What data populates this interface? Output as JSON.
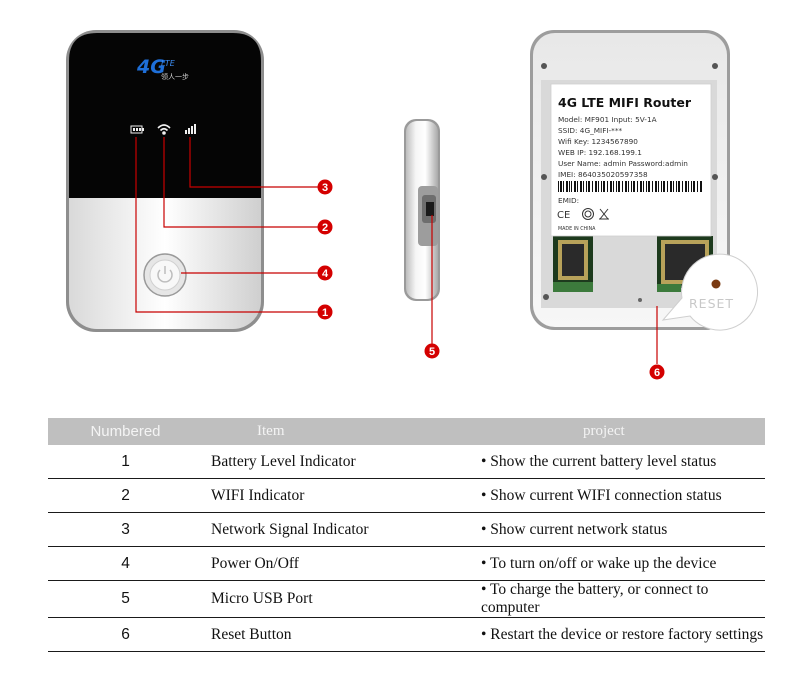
{
  "device": {
    "logo_main": "4G",
    "logo_sub": "LTE",
    "logo_tagline": "领人一步"
  },
  "label": {
    "title": "4G LTE MIFI Router",
    "lines": [
      "Model: MF901    Input: 5V-1A",
      "SSID: 4G_MIFI-***",
      "Wifi Key: 1234567890",
      "WEB IP: 192.168.199.1",
      "User Name: admin   Password:admin",
      "IMEI: 864035020597358"
    ],
    "emid": "EMID:",
    "made_in": "MADE IN CHINA",
    "reset_text": "RESET"
  },
  "markers": [
    "1",
    "2",
    "3",
    "4",
    "5",
    "6"
  ],
  "table": {
    "headers": [
      "Numbered",
      "Item",
      "project"
    ],
    "rows": [
      {
        "num": "1",
        "item": "Battery Level Indicator",
        "project": "• Show the current battery level status"
      },
      {
        "num": "2",
        "item": "WIFI Indicator",
        "project": "• Show current WIFI connection status"
      },
      {
        "num": "3",
        "item": "Network Signal Indicator",
        "project": "• Show current network status"
      },
      {
        "num": "4",
        "item": "Power On/Off",
        "project": "• To turn on/off or wake up the device"
      },
      {
        "num": "5",
        "item": "Micro USB Port",
        "project": "• To charge the battery, or connect to computer"
      },
      {
        "num": "6",
        "item": "Reset Button",
        "project": "• Restart the device or restore factory settings"
      }
    ]
  },
  "colors": {
    "marker_red": "#d40000",
    "callout_line": "#c80000",
    "header_gray": "#bfbfbf",
    "logo_blue": "#1e6fd9"
  }
}
